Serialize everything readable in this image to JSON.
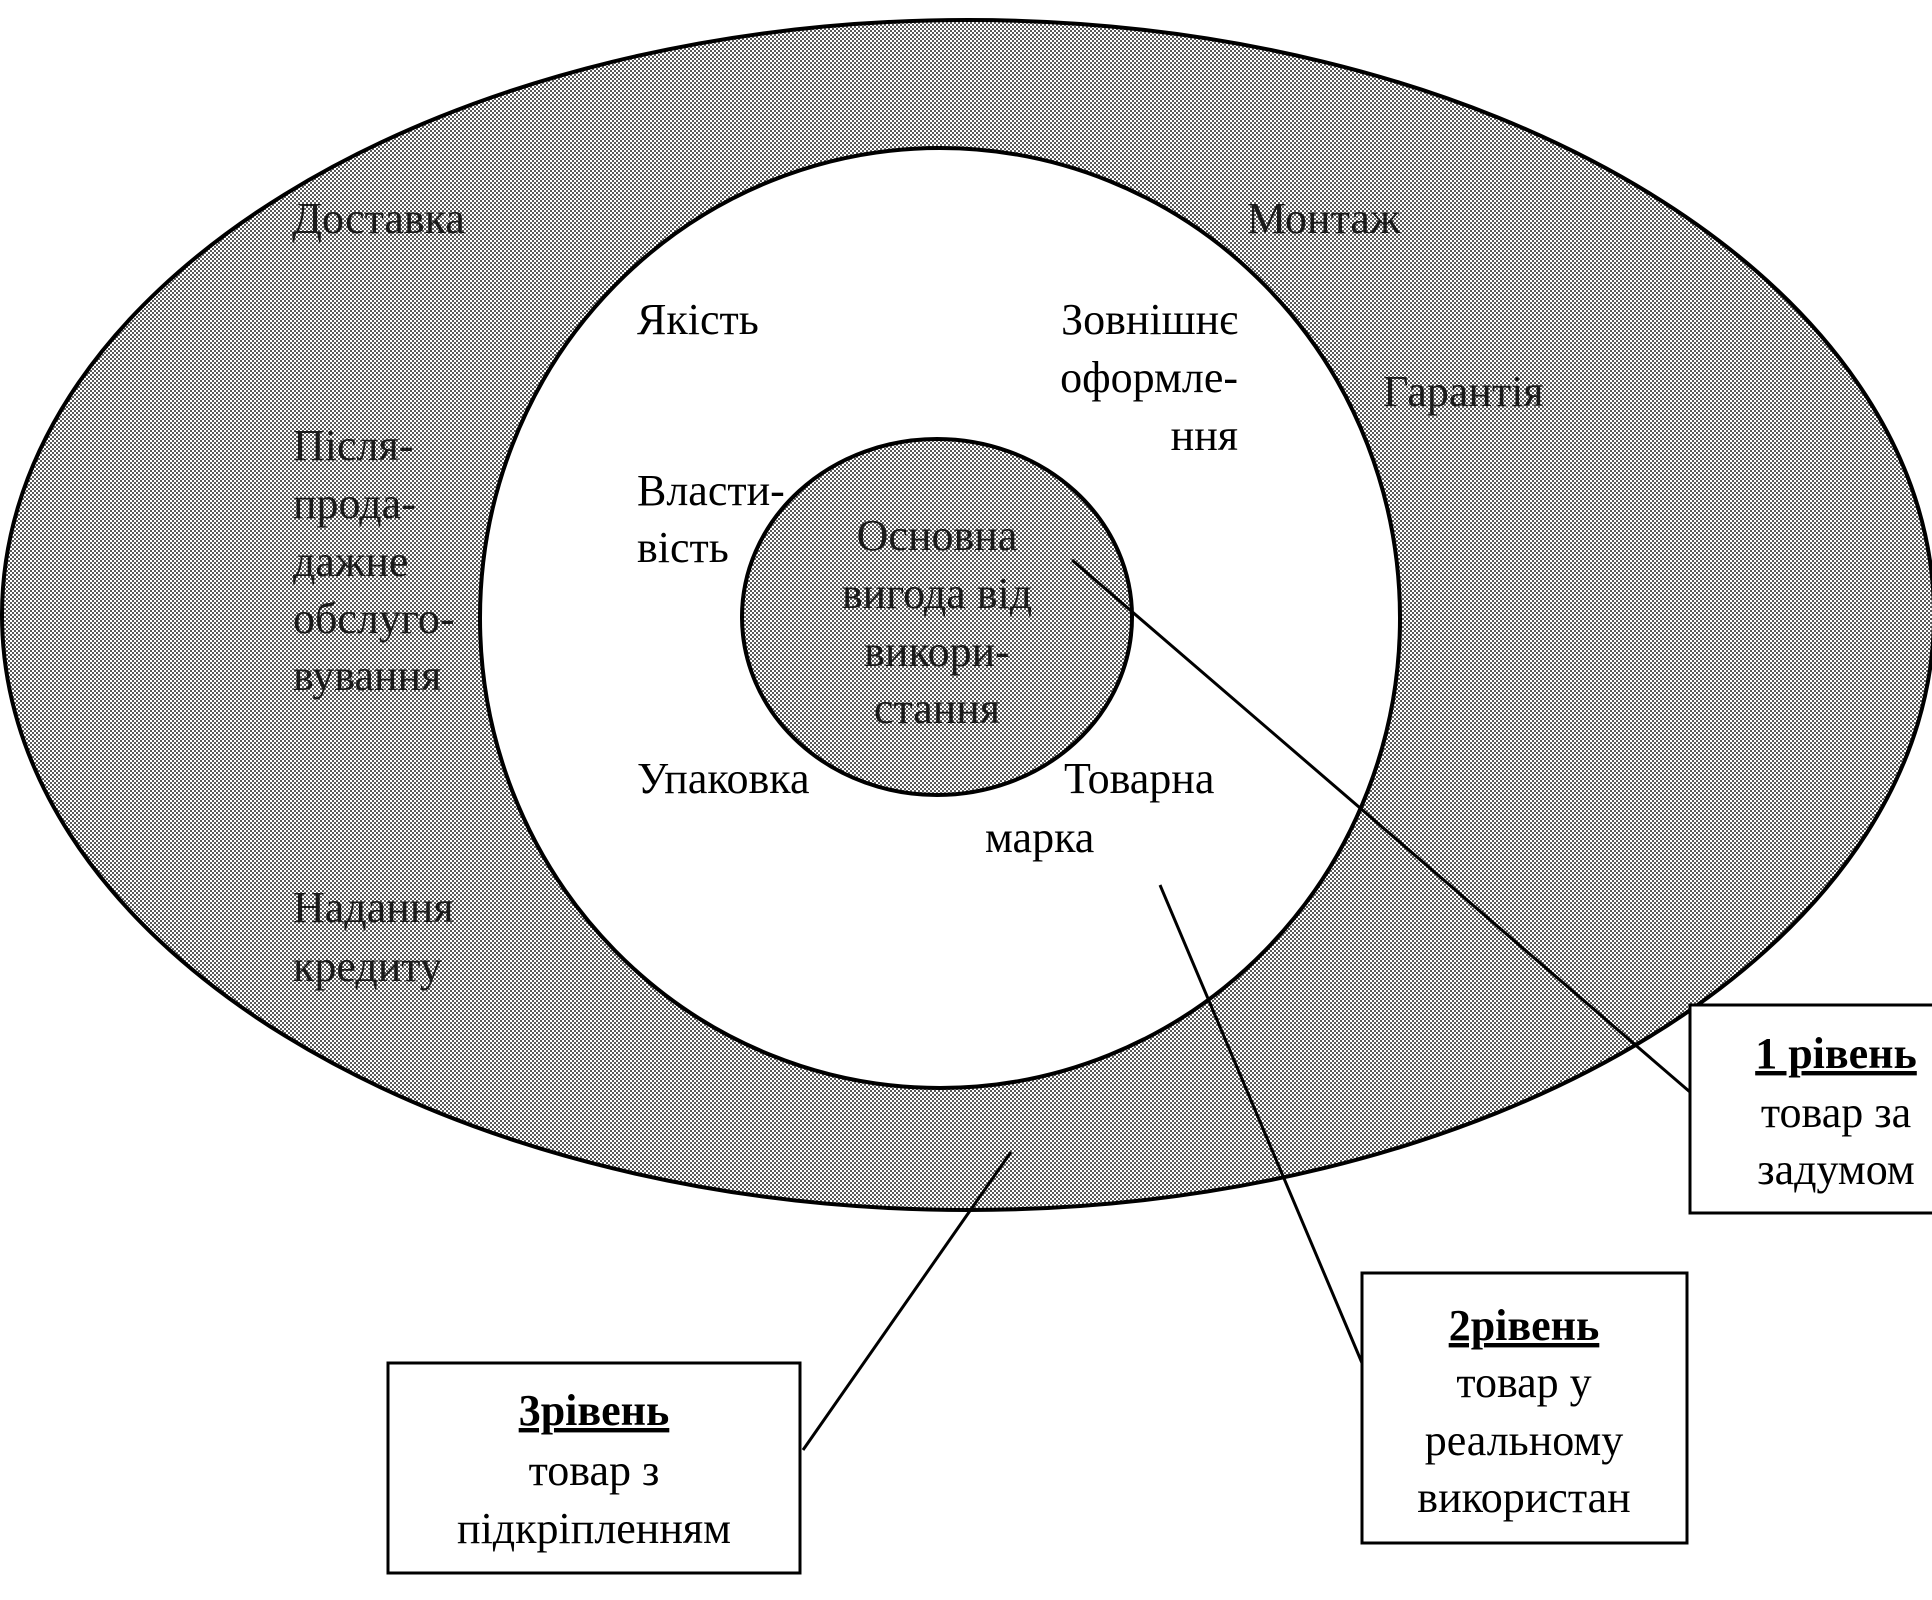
{
  "outer_ring": {
    "top_left": "Доставка",
    "top_right": "Монтаж",
    "right": "Гарантія",
    "left_lines": [
      "Після-",
      "прода-",
      "дажне",
      "обслуго-",
      "вування"
    ],
    "bottom_left_lines": [
      "Надання",
      "кредиту"
    ]
  },
  "middle_ring": {
    "quality": "Якість",
    "design_lines": [
      "Зовнішнє",
      "оформле-",
      "ння"
    ],
    "property_lines": [
      "Власти-",
      "вість"
    ],
    "packaging": "Упаковка",
    "brand_lines": [
      "Товарна",
      "марка"
    ]
  },
  "core": {
    "lines": [
      "Основна",
      "вигода від",
      "викори-",
      "стання"
    ]
  },
  "callouts": {
    "level1": {
      "title": "1 рівень",
      "lines": [
        "товар за",
        "задумом"
      ]
    },
    "level2": {
      "title": "2рівень",
      "lines": [
        "товар у",
        "реальному",
        "використан"
      ]
    },
    "level3": {
      "title": "3рівень",
      "lines": [
        "товар з",
        "підкріпленням"
      ]
    }
  },
  "colors": {
    "shade_fg": "#5a5a5a",
    "shade_bg": "#ffffff",
    "stroke": "#000000"
  }
}
